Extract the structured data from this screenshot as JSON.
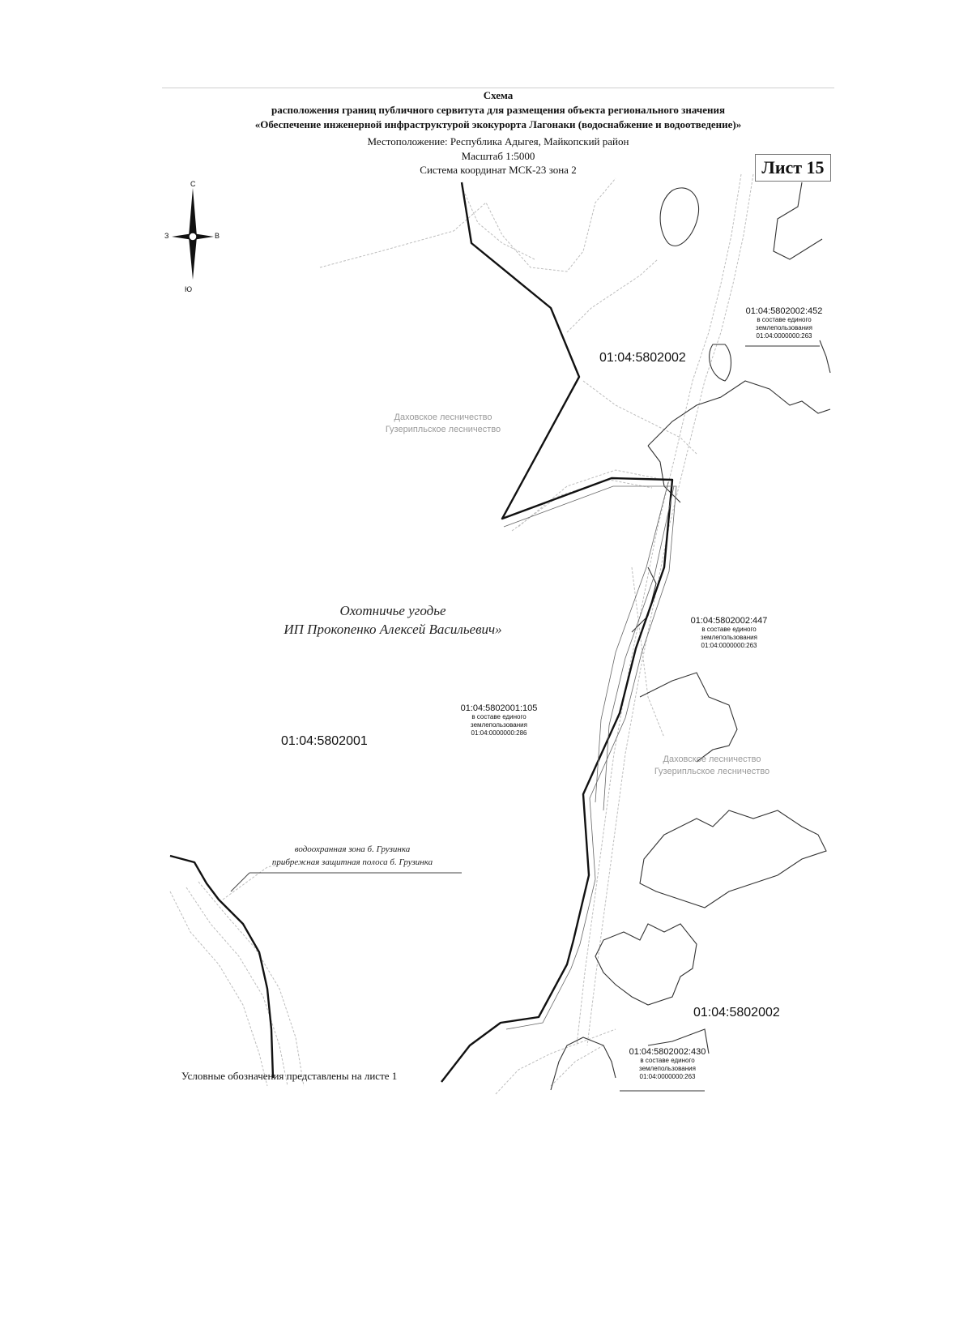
{
  "header": {
    "title": "Схема",
    "subtitle_line1": "расположения границ публичного сервитута для размещения объекта регионального значения",
    "subtitle_line2": "«Обеспечение инженерной инфраструктурой экокурорта Лагонаки (водоснабжение и водоотведение)»",
    "location": "Местоположение: Республика Адыгея, Майкопский район",
    "scale": "Масштаб 1:5000",
    "crs": "Система координат МСК-23 зона 2"
  },
  "sheet_label": "Лист 15",
  "compass": {
    "north": "С",
    "south": "Ю",
    "west": "З",
    "east": "В"
  },
  "parcels": {
    "block_top": "01:04:5802002",
    "block_left": "01:04:5802001",
    "block_bottom": "01:04:5802002",
    "p452": {
      "code": "01:04:5802002:452",
      "line1": "в составе единого",
      "line2": "землепользования",
      "line3": "01:04:0000000:263"
    },
    "p447": {
      "code": "01:04:5802002:447",
      "line1": "в составе единого",
      "line2": "землепользования",
      "line3": "01:04:0000000:263"
    },
    "p105": {
      "code": "01:04:5802001:105",
      "line1": "в составе единого",
      "line2": "землепользования",
      "line3": "01:04:0000000:286"
    },
    "p430": {
      "code": "01:04:5802002:430",
      "line1": "в составе единого",
      "line2": "землепользования",
      "line3": "01:04:0000000:263"
    }
  },
  "forestry": {
    "upper_line1": "Даховское лесничество",
    "upper_line2": "Гузерипльское лесничество",
    "lower_line1": "Даховское лесничество",
    "lower_line2": "Гузерипльское лесничество"
  },
  "hunting": {
    "line1": "Охотничье угодье",
    "line2": "ИП Прокопенко Алексей Васильевич»"
  },
  "water": {
    "line1": "водоохранная зона б. Грузинка",
    "line2": "прибрежная защитная полоса б. Грузинка"
  },
  "legend_note": "Условные обозначения представлены на листе 1"
}
